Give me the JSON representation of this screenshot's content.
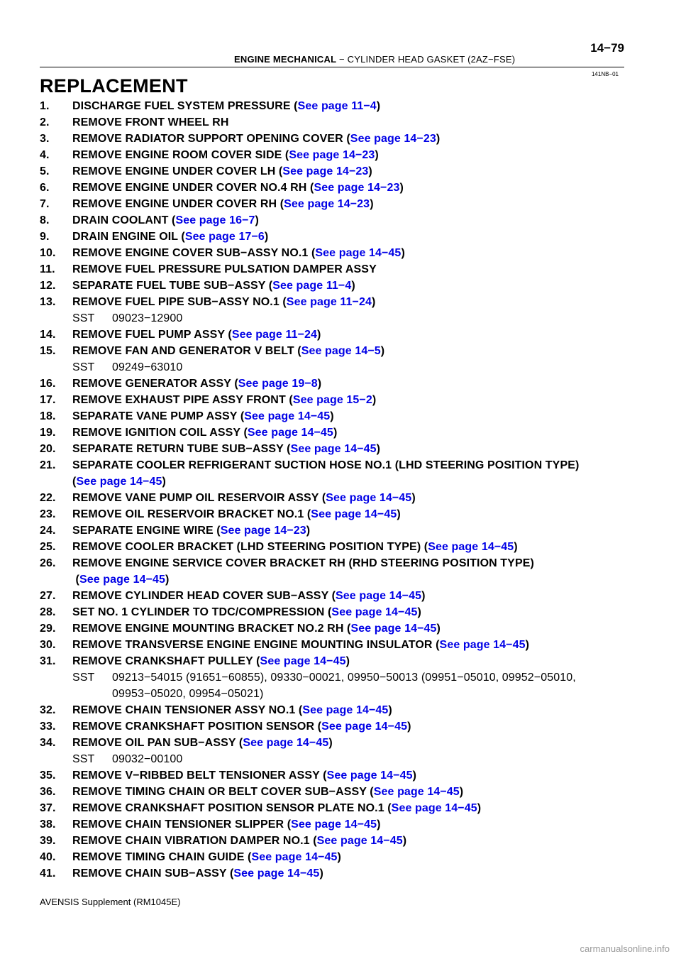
{
  "header": {
    "section": "ENGINE MECHANICAL",
    "separator": "  −  ",
    "subject": "CYLINDER HEAD GASKET (2AZ−FSE)",
    "page_number": "14−79",
    "figure_code": "141NB−01"
  },
  "title": "REPLACEMENT",
  "steps": [
    {
      "num": "1.",
      "text": "DISCHARGE FUEL SYSTEM PRESSURE (",
      "ref": "See page 11−4",
      "tail": ")"
    },
    {
      "num": "2.",
      "text": "REMOVE FRONT WHEEL RH",
      "ref": "",
      "tail": ""
    },
    {
      "num": "3.",
      "text": "REMOVE RADIATOR SUPPORT OPENING COVER (",
      "ref": "See page 14−23",
      "tail": ")"
    },
    {
      "num": "4.",
      "text": "REMOVE ENGINE ROOM COVER SIDE (",
      "ref": "See page 14−23",
      "tail": ")"
    },
    {
      "num": "5.",
      "text": "REMOVE ENGINE UNDER COVER LH (",
      "ref": "See page 14−23",
      "tail": ")"
    },
    {
      "num": "6.",
      "text": "REMOVE ENGINE UNDER COVER NO.4 RH (",
      "ref": "See page 14−23",
      "tail": ")"
    },
    {
      "num": "7.",
      "text": "REMOVE ENGINE UNDER COVER RH (",
      "ref": "See page 14−23",
      "tail": ")"
    },
    {
      "num": "8.",
      "text": "DRAIN COOLANT (",
      "ref": "See page 16−7",
      "tail": ")"
    },
    {
      "num": "9.",
      "text": "DRAIN ENGINE OIL (",
      "ref": "See page 17−6",
      "tail": ")"
    },
    {
      "num": "10.",
      "text": "REMOVE ENGINE COVER SUB−ASSY NO.1 (",
      "ref": "See page 14−45",
      "tail": ")"
    },
    {
      "num": "11.",
      "text": "REMOVE FUEL PRESSURE PULSATION DAMPER ASSY",
      "ref": "",
      "tail": ""
    },
    {
      "num": "12.",
      "text": "SEPARATE FUEL TUBE SUB−ASSY (",
      "ref": "See page 11−4",
      "tail": ")"
    },
    {
      "num": "13.",
      "text": "REMOVE FUEL PIPE SUB−ASSY NO.1 (",
      "ref": "See page 11−24",
      "tail": ")",
      "sst": "09023−12900"
    },
    {
      "num": "14.",
      "text": "REMOVE FUEL PUMP ASSY (",
      "ref": "See page 11−24",
      "tail": ")"
    },
    {
      "num": "15.",
      "text": "REMOVE FAN AND GENERATOR V BELT (",
      "ref": "See page 14−5",
      "tail": ")",
      "sst": "09249−63010"
    },
    {
      "num": "16.",
      "text": "REMOVE GENERATOR ASSY (",
      "ref": "See page 19−8",
      "tail": ")"
    },
    {
      "num": "17.",
      "text": "REMOVE EXHAUST PIPE ASSY FRONT (",
      "ref": "See page 15−2",
      "tail": ")"
    },
    {
      "num": "18.",
      "text": "SEPARATE VANE PUMP ASSY (",
      "ref": "See page 14−45",
      "tail": ")"
    },
    {
      "num": "19.",
      "text": "REMOVE IGNITION COIL ASSY (",
      "ref": "See page 14−45",
      "tail": ")"
    },
    {
      "num": "20.",
      "text": "SEPARATE RETURN TUBE SUB−ASSY (",
      "ref": "See page 14−45",
      "tail": ")"
    },
    {
      "num": "21.",
      "text": "SEPARATE COOLER REFRIGERANT SUCTION HOSE NO.1 (LHD STEERING POSITION TYPE)",
      "ref": "",
      "tail": "",
      "cont_pre": "(",
      "cont_ref": "See page 14−45",
      "cont_tail": ")"
    },
    {
      "num": "22.",
      "text": "REMOVE VANE PUMP OIL RESERVOIR ASSY (",
      "ref": "See page 14−45",
      "tail": ")"
    },
    {
      "num": "23.",
      "text": "REMOVE OIL RESERVOIR BRACKET NO.1 (",
      "ref": "See page 14−45",
      "tail": ")"
    },
    {
      "num": "24.",
      "text": "SEPARATE ENGINE WIRE (",
      "ref": "See page 14−23",
      "tail": ")"
    },
    {
      "num": "25.",
      "text": "REMOVE COOLER BRACKET (LHD STEERING POSITION TYPE) (",
      "ref": "See page 14−45",
      "tail": ")"
    },
    {
      "num": "26.",
      "text": "REMOVE ENGINE SERVICE COVER BRACKET RH (RHD STEERING POSITION TYPE)",
      "ref": "",
      "tail": "",
      "cont_pre": " (",
      "cont_ref": "See page 14−45",
      "cont_tail": ")"
    },
    {
      "num": "27.",
      "text": "REMOVE CYLINDER HEAD COVER SUB−ASSY (",
      "ref": "See page 14−45",
      "tail": ")"
    },
    {
      "num": "28.",
      "text": "SET NO. 1 CYLINDER TO TDC/COMPRESSION (",
      "ref": "See page 14−45",
      "tail": ")"
    },
    {
      "num": "29.",
      "text": "REMOVE ENGINE MOUNTING BRACKET NO.2 RH (",
      "ref": "See page 14−45",
      "tail": ")"
    },
    {
      "num": "30.",
      "text": "REMOVE TRANSVERSE ENGINE ENGINE MOUNTING INSULATOR (",
      "ref": "See page 14−45",
      "tail": ")"
    },
    {
      "num": "31.",
      "text": "REMOVE CRANKSHAFT PULLEY (",
      "ref": "See page 14−45",
      "tail": ")",
      "sst": "09213−54015 (91651−60855), 09330−00021, 09950−50013 (09951−05010, 09952−05010, 09953−05020, 09954−05021)"
    },
    {
      "num": "32.",
      "text": "REMOVE CHAIN TENSIONER ASSY NO.1 (",
      "ref": "See page 14−45",
      "tail": ")"
    },
    {
      "num": "33.",
      "text": "REMOVE CRANKSHAFT POSITION SENSOR (",
      "ref": "See page 14−45",
      "tail": ")"
    },
    {
      "num": "34.",
      "text": "REMOVE OIL PAN SUB−ASSY (",
      "ref": "See page 14−45",
      "tail": ")",
      "sst": "09032−00100"
    },
    {
      "num": "35.",
      "text": "REMOVE V−RIBBED BELT TENSIONER ASSY (",
      "ref": "See page 14−45",
      "tail": ")"
    },
    {
      "num": "36.",
      "text": "REMOVE TIMING CHAIN OR BELT COVER SUB−ASSY (",
      "ref": "See page 14−45",
      "tail": ")"
    },
    {
      "num": "37.",
      "text": "REMOVE CRANKSHAFT POSITION SENSOR PLATE NO.1 (",
      "ref": "See page 14−45",
      "tail": ")"
    },
    {
      "num": "38.",
      "text": "REMOVE CHAIN TENSIONER SLIPPER (",
      "ref": "See page 14−45",
      "tail": ")"
    },
    {
      "num": "39.",
      "text": "REMOVE CHAIN VIBRATION DAMPER NO.1 (",
      "ref": "See page 14−45",
      "tail": ")"
    },
    {
      "num": "40.",
      "text": "REMOVE TIMING CHAIN GUIDE (",
      "ref": "See page 14−45",
      "tail": ")"
    },
    {
      "num": "41.",
      "text": "REMOVE CHAIN SUB−ASSY (",
      "ref": "See page 14−45",
      "tail": ")"
    }
  ],
  "sst_label": "SST",
  "footer": "AVENSIS Supplement  (RM1045E)",
  "watermark": "carmanualsonline.info"
}
